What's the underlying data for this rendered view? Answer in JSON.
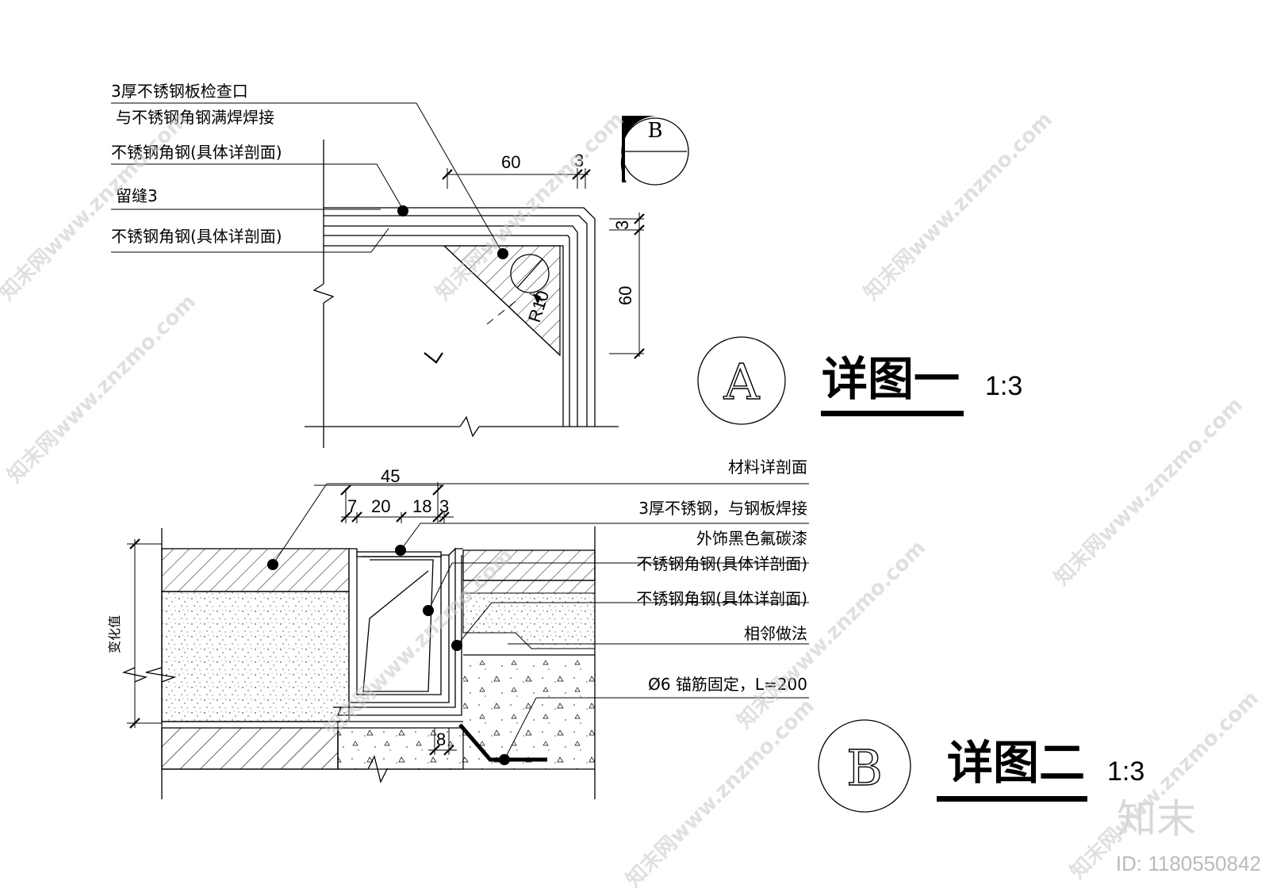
{
  "detail_1": {
    "notes": [
      "3厚不锈钢板检查口",
      "与不锈钢角钢满焊焊接",
      "不锈钢角钢(具体详剖面)",
      "留缝3",
      "不锈钢角钢(具体详剖面)"
    ],
    "dimensions": [
      "60",
      "3",
      "3",
      "60",
      "R10"
    ],
    "section_marker": "B",
    "title_symbol": "A",
    "title": "详图一",
    "scale": "1:3"
  },
  "detail_2": {
    "notes": [
      "材料详剖面",
      "3厚不锈钢，与钢板焊接",
      "外饰黑色氟碳漆",
      "不锈钢角钢(具体详剖面)",
      "不锈钢角钢(具体详剖面)",
      "相邻做法",
      "Ø6 锚筋固定，L=200"
    ],
    "dimensions": [
      "45",
      "7",
      "20",
      "18",
      "3",
      "8"
    ],
    "side_label": "变化值",
    "title_symbol": "B",
    "title": "详图二",
    "scale": "1:3"
  },
  "watermark": {
    "text": "知末网www.znzmo.com",
    "brand": "知末",
    "id": "ID: 1180550842"
  }
}
